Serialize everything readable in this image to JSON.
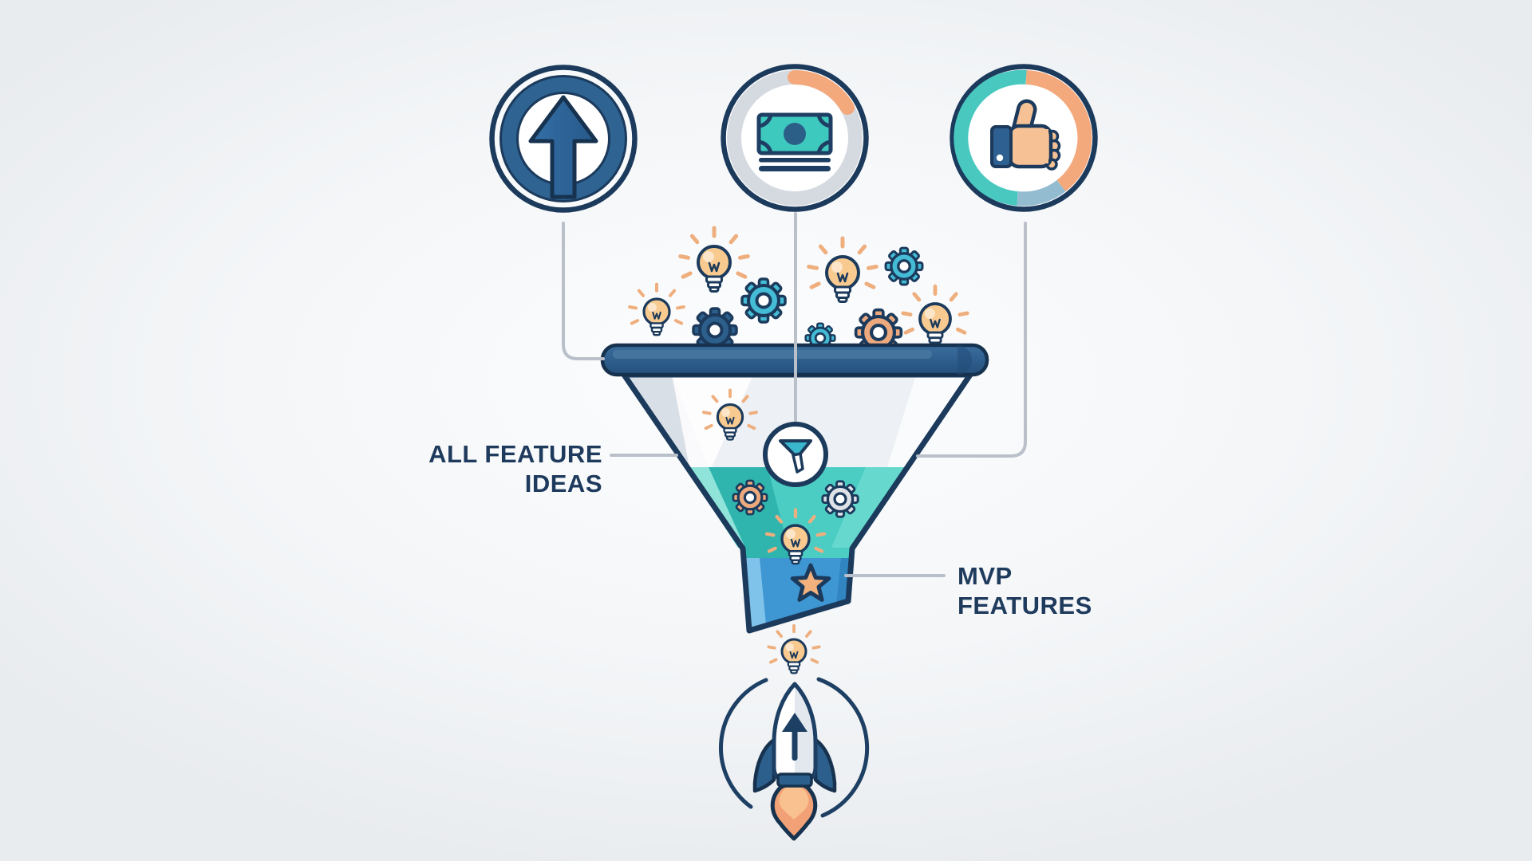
{
  "illustration_title": "Feature ideas funnel to MVP launch",
  "labels": {
    "input": {
      "line1": "ALL FEATURE",
      "line2": "IDEAS"
    },
    "output": {
      "line1": "MVP",
      "line2": "FEATURES"
    }
  },
  "top_icons": [
    {
      "name": "growth-arrow-circle"
    },
    {
      "name": "money-circle"
    },
    {
      "name": "thumbs-up-circle"
    }
  ],
  "funnel_icons": [
    "lightbulb-idea",
    "gear-process",
    "filter-funnel",
    "star-mvp"
  ],
  "output_icon": "rocket-launch",
  "palette": {
    "navy_outline": "#1b3a5c",
    "navy_fill": "#2d5f8c",
    "arrow_blue": "#2e6ba0",
    "teal": "#4ccdc4",
    "teal_dark": "#2fb5ae",
    "teal_light": "#93e4da",
    "cyan_gear": "#45bcd6",
    "orange": "#eda97e",
    "bulb_glass": "#f9ca90",
    "ray_orange": "#efae7d",
    "skin": "#f6c295",
    "neck_blue": "#3e96d2",
    "neck_blue_light": "#7fc3ea",
    "money_teal": "#3ec9bf",
    "ring_gray": "#d5dae1",
    "ring_orange": "#f4a97c",
    "ring_teal": "#49c8c0",
    "ring_lightblue": "#93bcd1",
    "connector_gray": "#b9c0ca",
    "flame": "#f2a176",
    "flame_inner": "#f9c18f",
    "text_navy": "#1e3a5c",
    "background": "#f4f6f8"
  }
}
